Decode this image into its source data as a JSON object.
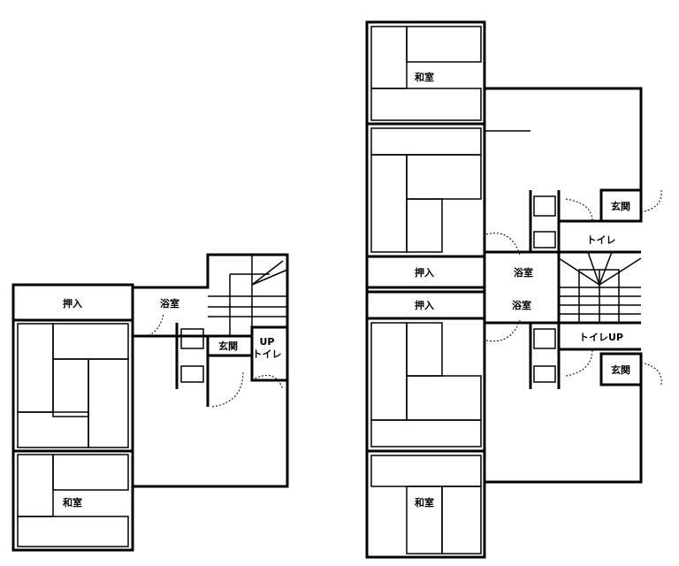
{
  "plan": {
    "left_unit": {
      "closet": "押入",
      "bath": "浴室",
      "entrance": "玄関",
      "up": "UP",
      "toilet": "トイレ",
      "japanese_room": "和室"
    },
    "right_unit": {
      "japanese_room_top": "和室",
      "closet_1": "押入",
      "closet_2": "押入",
      "bath_1": "浴室",
      "bath_2": "浴室",
      "entrance_1": "玄関",
      "entrance_2": "玄関",
      "toilet_1": "トイレ",
      "toilet_up": "トイレUP",
      "japanese_room_bottom": "和室"
    }
  }
}
